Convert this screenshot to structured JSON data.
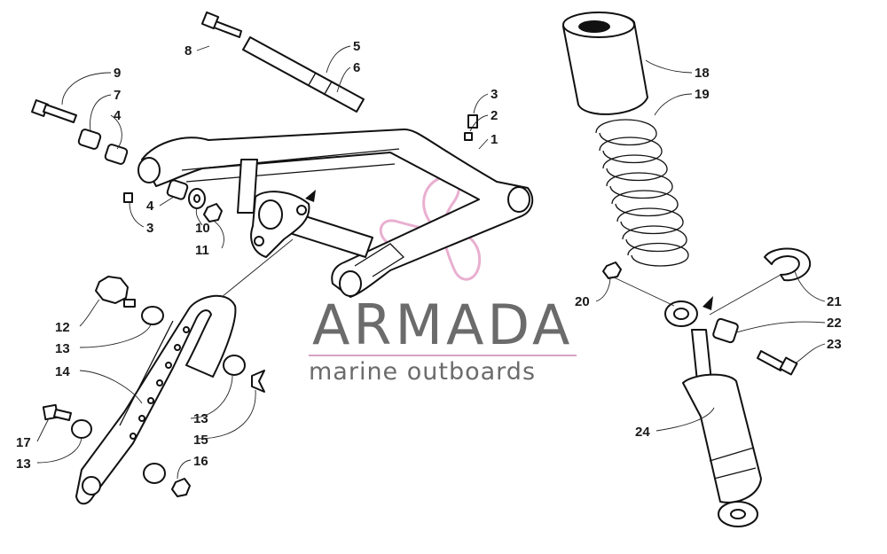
{
  "watermark": {
    "brand": "ARMADA",
    "tagline": "marine outboards",
    "line_color": "#d9a3c4",
    "logo_color": "#e6a2c8"
  },
  "callouts": {
    "n1": "1",
    "n2": "2",
    "n3a": "3",
    "n3b": "3",
    "n4a": "4",
    "n4b": "4",
    "n5": "5",
    "n6": "6",
    "n7": "7",
    "n8": "8",
    "n9": "9",
    "n10": "10",
    "n11": "11",
    "n12": "12",
    "n13a": "13",
    "n13b": "13",
    "n13c": "13",
    "n14": "14",
    "n15": "15",
    "n16": "16",
    "n17": "17",
    "n18": "18",
    "n19": "19",
    "n20": "20",
    "n21": "21",
    "n22": "22",
    "n23": "23",
    "n24": "24"
  }
}
